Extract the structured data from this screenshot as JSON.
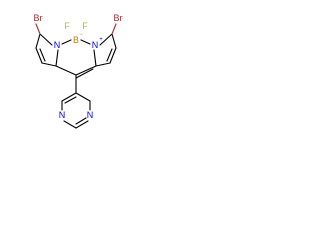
{
  "molecule": {
    "atoms": {
      "br_left": "Br",
      "br_right": "Br",
      "f_left": "F",
      "f_right": "F",
      "boron": "B",
      "boron_charge": "−",
      "n_left": "N",
      "n_right": "N",
      "n_right_charge": "+",
      "n_pyrimidine_top": "N",
      "n_pyrimidine_bottom": "N"
    },
    "colors": {
      "bond": "#000000",
      "bromine": "#a52a2a",
      "fluorine": "#9acd32",
      "boron": "#b8860b",
      "nitrogen": "#0000ff"
    }
  }
}
